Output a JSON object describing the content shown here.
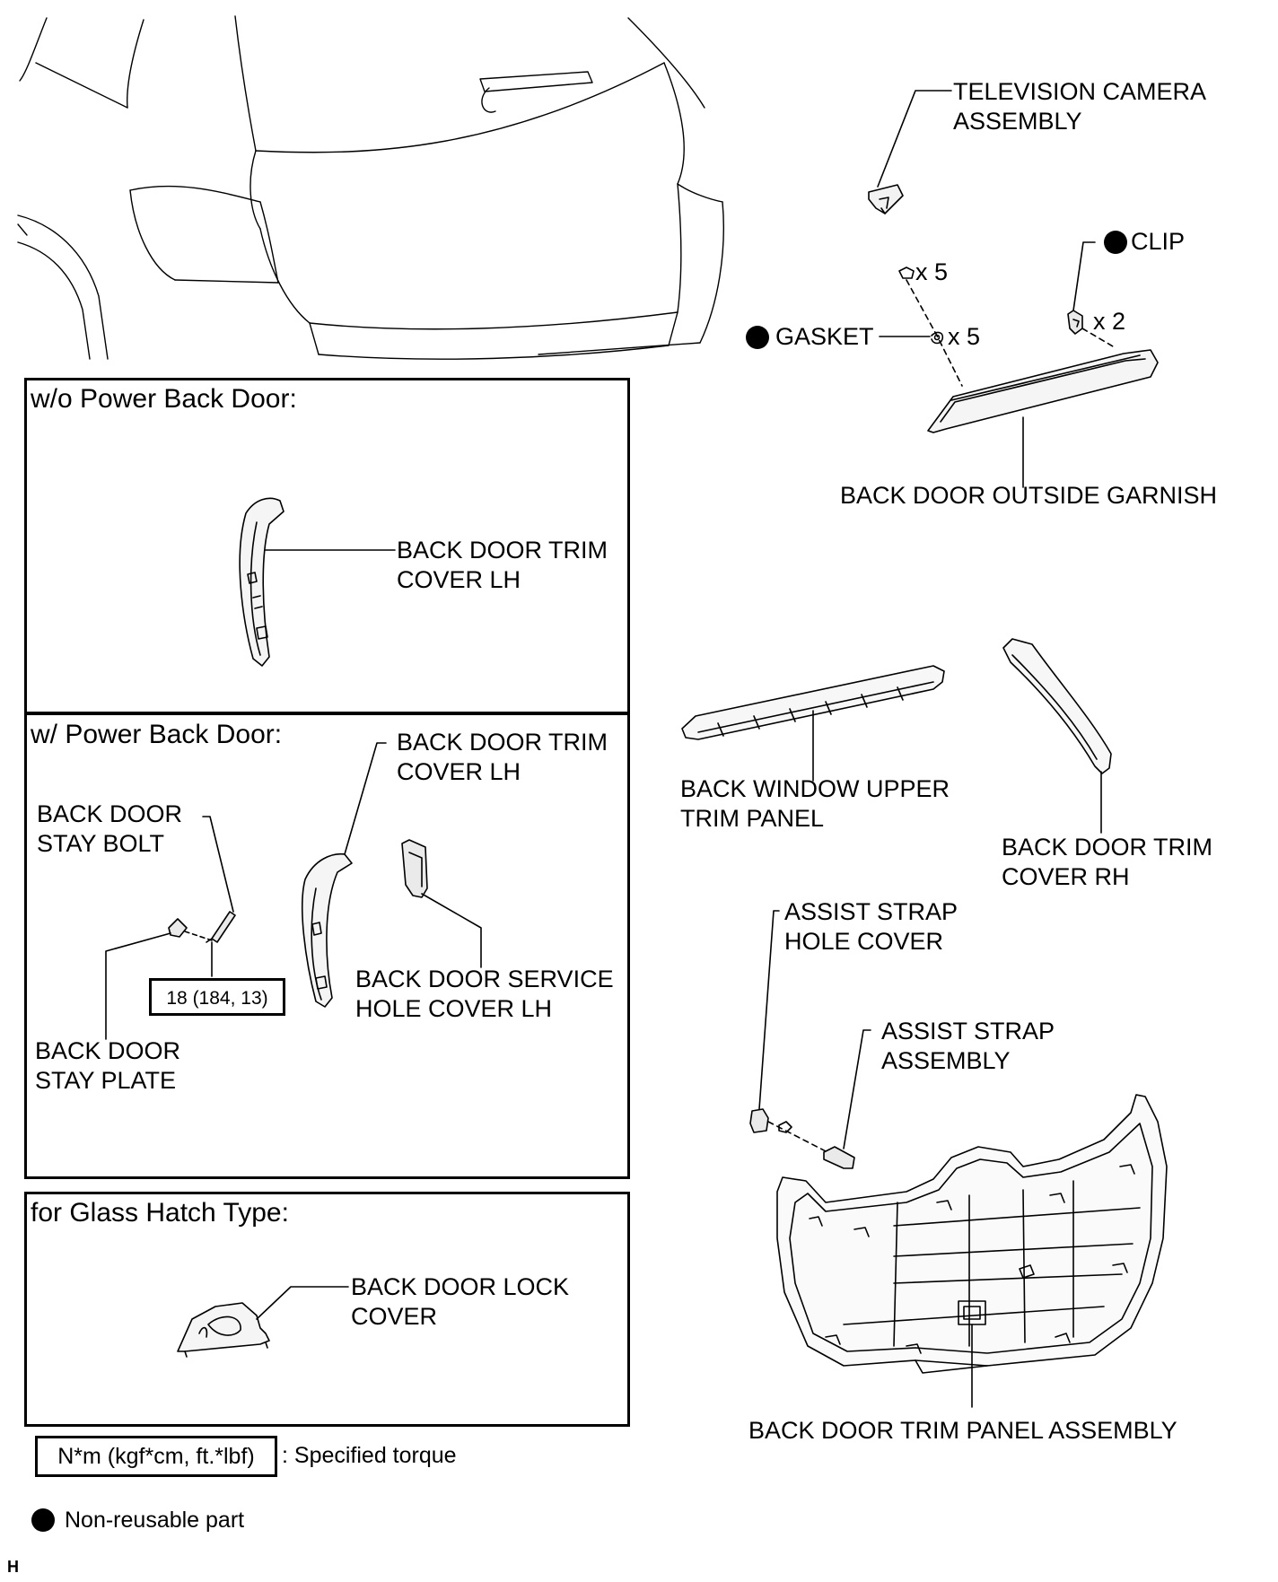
{
  "callouts": {
    "television_camera": [
      "TELEVISION CAMERA",
      "ASSEMBLY"
    ],
    "clip": "CLIP",
    "gasket": "GASKET",
    "qty_x5_top": "x 5",
    "qty_x5_gasket": "x 5",
    "qty_x2": "x 2",
    "back_door_outside_garnish": "BACK DOOR OUTSIDE GARNISH",
    "back_window_upper_trim_panel": [
      "BACK WINDOW UPPER",
      "TRIM PANEL"
    ],
    "back_door_trim_cover_rh": [
      "BACK DOOR TRIM",
      "COVER RH"
    ],
    "assist_strap_hole_cover": [
      "ASSIST STRAP",
      "HOLE COVER"
    ],
    "assist_strap_assembly": [
      "ASSIST STRAP",
      "ASSEMBLY"
    ],
    "back_door_trim_panel_assembly": "BACK DOOR TRIM PANEL ASSEMBLY"
  },
  "panels": {
    "wo_power": {
      "heading": "w/o Power Back Door:",
      "trim_cover_lh": [
        "BACK DOOR TRIM",
        "COVER LH"
      ]
    },
    "w_power": {
      "heading": "w/ Power Back Door:",
      "trim_cover_lh": [
        "BACK DOOR TRIM",
        "COVER LH"
      ],
      "stay_bolt": [
        "BACK DOOR",
        "STAY BOLT"
      ],
      "stay_plate": [
        "BACK DOOR",
        "STAY PLATE"
      ],
      "service_hole_cover": [
        "BACK DOOR SERVICE",
        "HOLE COVER LH"
      ],
      "torque_value": "18 (184, 13)"
    },
    "glass_hatch": {
      "heading": "for Glass Hatch Type:",
      "lock_cover": [
        "BACK DOOR LOCK",
        "COVER"
      ]
    }
  },
  "legend": {
    "torque_units": "N*m (kgf*cm, ft.*lbf)",
    "torque_text": ": Specified torque",
    "nonreusable_text": "Non-reusable part"
  },
  "corner_mark": "H"
}
